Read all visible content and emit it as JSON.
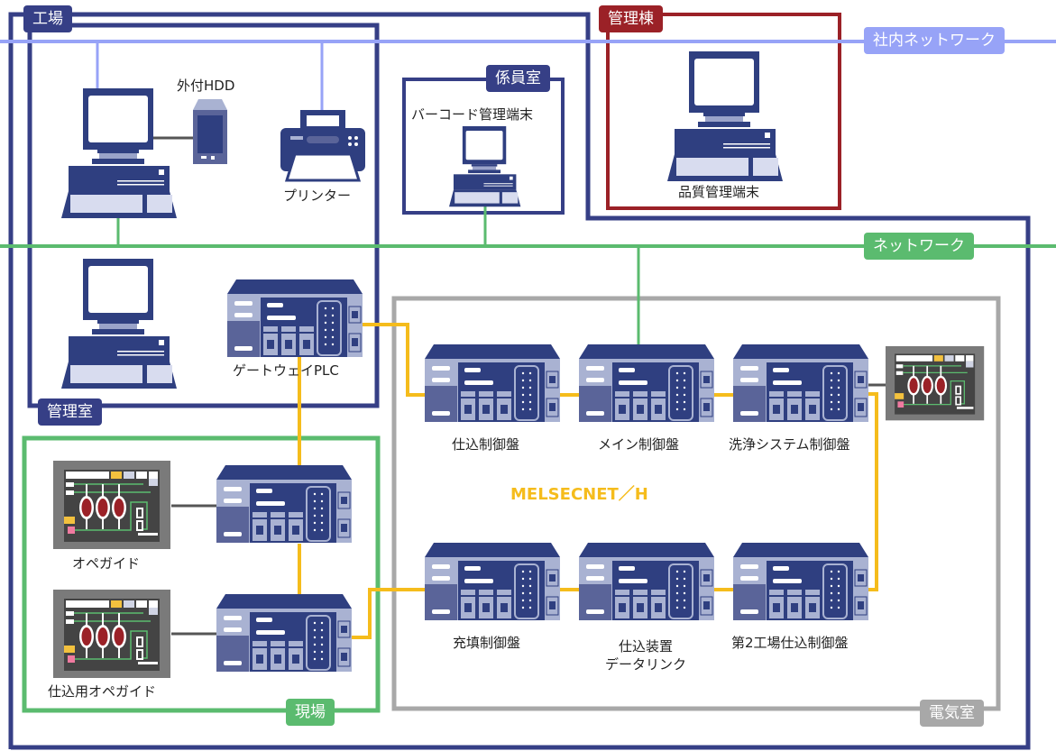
{
  "colors": {
    "factory": "#363f86",
    "admin_building": "#9b2127",
    "intranet": "#97a3f7",
    "network": "#5bbb6f",
    "electrical": "#a8a8a8",
    "field": "#5bbb6f",
    "melsecnet": "#f5bc1c"
  },
  "areas": {
    "factory": "工場",
    "admin_building": "管理棟",
    "staff_room": "係員室",
    "control_room": "管理室",
    "field": "現場",
    "electrical_room": "電気室"
  },
  "networks": {
    "intranet": "社内ネットワーク",
    "network": "ネットワーク",
    "melsecnet": "MELSECNET／H"
  },
  "devices": {
    "external_hdd": "外付HDD",
    "printer": "プリンター",
    "barcode_terminal": "バーコード管理端末",
    "quality_terminal": "品質管理端末",
    "gateway_plc": "ゲートウェイPLC",
    "charge_panel": "仕込制御盤",
    "main_panel": "メイン制御盤",
    "wash_panel": "洗浄システム制御盤",
    "fill_panel": "充填制御盤",
    "datalink_line1": "仕込装置",
    "datalink_line2": "データリンク",
    "factory2_panel": "第2工場仕込制御盤",
    "opeguide": "オペガイド",
    "charge_opeguide": "仕込用オペガイド"
  }
}
